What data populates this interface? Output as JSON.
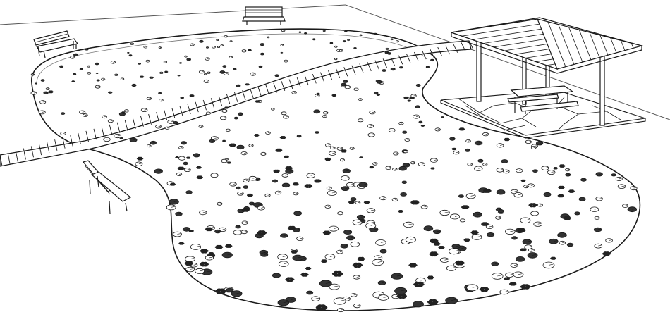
{
  "scene": {
    "description_free": true,
    "colors": {
      "background": "#ffffff",
      "ink": "#1a1a1a",
      "water": "#ffffff",
      "pad_fill": "#ffffff",
      "dark_flower": "#222222"
    },
    "objects": [
      "bench-top-left",
      "bench-top-center",
      "bench-left-middle",
      "boardwalk",
      "pond",
      "gazebo",
      "picnic-table",
      "stone-patio",
      "lily-pads",
      "water-lilies"
    ]
  }
}
